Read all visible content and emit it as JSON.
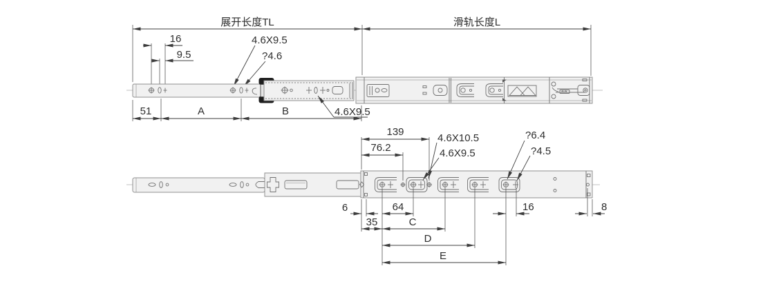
{
  "title": "drawer-slide-dimension-drawing",
  "colors": {
    "dim_line": "#3c3c3c",
    "rail_fill": "#f1f1f1",
    "rail_stroke": "#8f8f8f",
    "text": "#2d2d2d"
  },
  "top": {
    "extended_length": "展开长度TL",
    "rail_length": "滑轨长度L",
    "d16": "16",
    "d95": "9.5",
    "slot_top": "4.6X9.5",
    "dia46": "?4.6",
    "d51": "51",
    "dA": "A",
    "dB": "B",
    "slot_bottom": "4.6X9.5"
  },
  "bottom": {
    "d139": "139",
    "d762": "76.2",
    "slot105": "4.6X10.5",
    "slot95": "4.6X9.5",
    "dia64": "?6.4",
    "dia45": "?4.5",
    "d6": "6",
    "d64": "64",
    "d16": "16",
    "d8": "8",
    "d35": "35",
    "dC": "C",
    "dD": "D",
    "dE": "E"
  }
}
